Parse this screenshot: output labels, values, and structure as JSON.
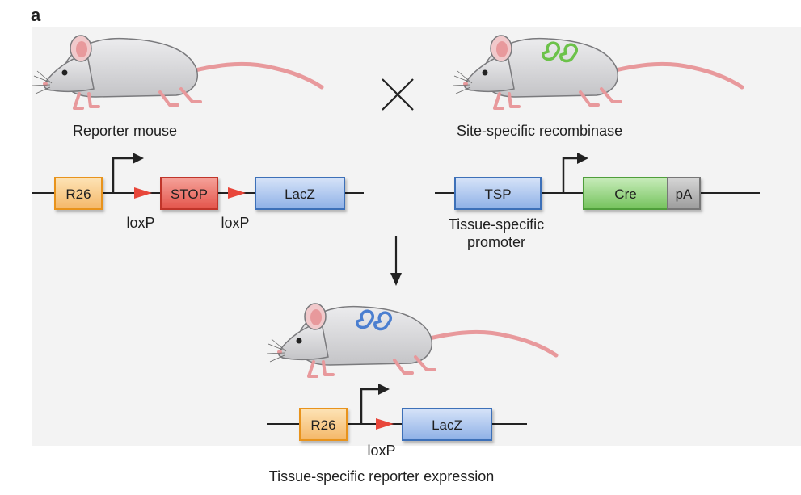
{
  "panel_label": "a",
  "cross_symbol": "×",
  "reporter": {
    "caption": "Reporter mouse",
    "elements": {
      "r26": "R26",
      "stop": "STOP",
      "lacz": "LacZ"
    },
    "loxp_left": "loxP",
    "loxp_right": "loxP"
  },
  "recombinase": {
    "caption": "Site-specific recombinase",
    "elements": {
      "tsp": "TSP",
      "cre": "Cre",
      "pa": "pA"
    },
    "promoter_caption_line1": "Tissue-specific",
    "promoter_caption_line2": "promoter"
  },
  "offspring": {
    "elements": {
      "r26": "R26",
      "lacz": "LacZ"
    },
    "loxp": "loxP",
    "caption": "Tissue-specific reporter expression"
  },
  "colors": {
    "background_panel": "#f3f3f3",
    "r26_fill": "#f6c987",
    "r26_stroke": "#e8931e",
    "stop_fill": "#e96a60",
    "stop_stroke": "#c0362c",
    "lacz_fill": "#a9c3ec",
    "lacz_stroke": "#3d6fb8",
    "cre_fill": "#8fd07c",
    "cre_stroke": "#4f9e3a",
    "pa_fill": "#b5b5b5",
    "pa_stroke": "#777777",
    "loxp": "#e8463a",
    "mouse_body": "#d7d7d9",
    "mouse_pink": "#e8999c",
    "organ_green": "#6cc24a",
    "organ_blue": "#4a7ed0"
  }
}
